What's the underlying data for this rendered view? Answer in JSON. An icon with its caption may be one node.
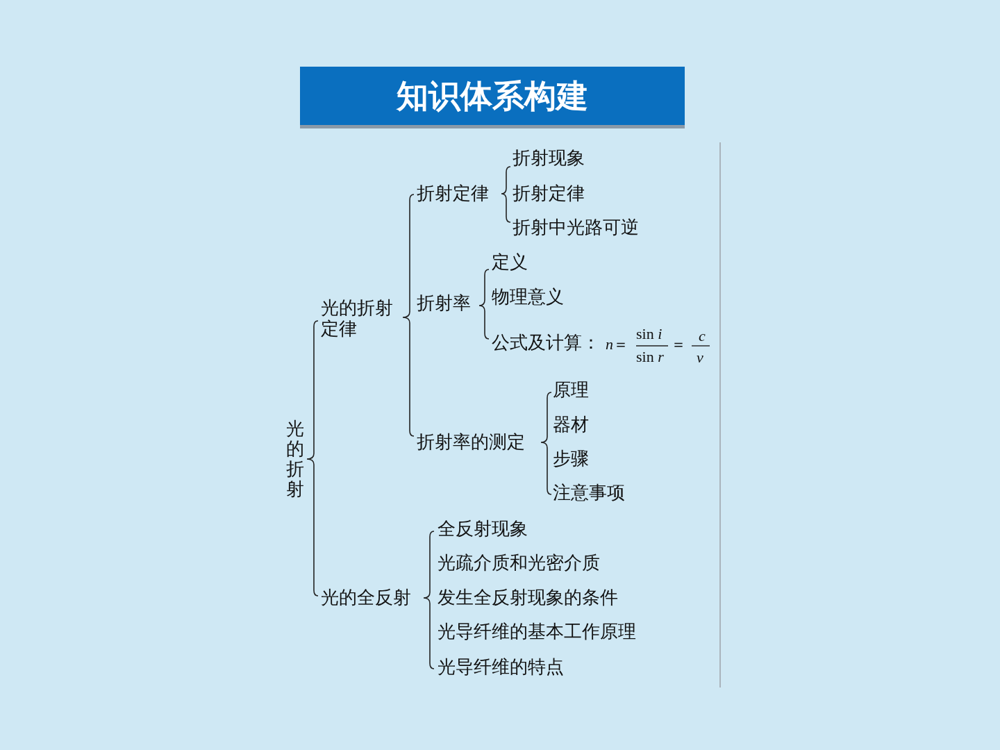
{
  "diagram": {
    "title": "知识体系构建",
    "nodes": [
      {
        "text": [
          "光的折射"
        ]
      },
      {
        "text": [
          "光的折射定律"
        ]
      },
      {
        "text": [
          "折射定律"
        ]
      },
      {
        "text": [
          "折射现象"
        ]
      },
      {
        "text": [
          "折射定律"
        ]
      },
      {
        "text": [
          "折射中光路可逆"
        ]
      },
      {
        "text": [
          "折射率"
        ]
      },
      {
        "text": [
          "定义"
        ]
      },
      {
        "text": [
          "物理意义"
        ]
      },
      {
        "text": [
          "公式及计算："
        ]
      },
      {
        "text": [
          "折射率的测定"
        ]
      },
      {
        "text": [
          "原理"
        ]
      },
      {
        "text": [
          "器材"
        ]
      },
      {
        "text": [
          "步骤"
        ]
      },
      {
        "text": [
          "注意事项"
        ]
      },
      {
        "text": [
          "光的全反射"
        ]
      },
      {
        "text": [
          "全反射现象"
        ]
      },
      {
        "text": [
          "光疏介质和光密介质"
        ]
      },
      {
        "text": [
          "发生全反射现象的条件"
        ]
      },
      {
        "text": [
          "光导纤维的基本工作原理"
        ]
      },
      {
        "text": [
          "光导纤维的特点"
        ]
      }
    ],
    "edges": [],
    "labels": [
      "*n*＝",
      "sin *i*",
      "sin *r*",
      "＝",
      "*c*",
      "*v*"
    ]
  }
}
